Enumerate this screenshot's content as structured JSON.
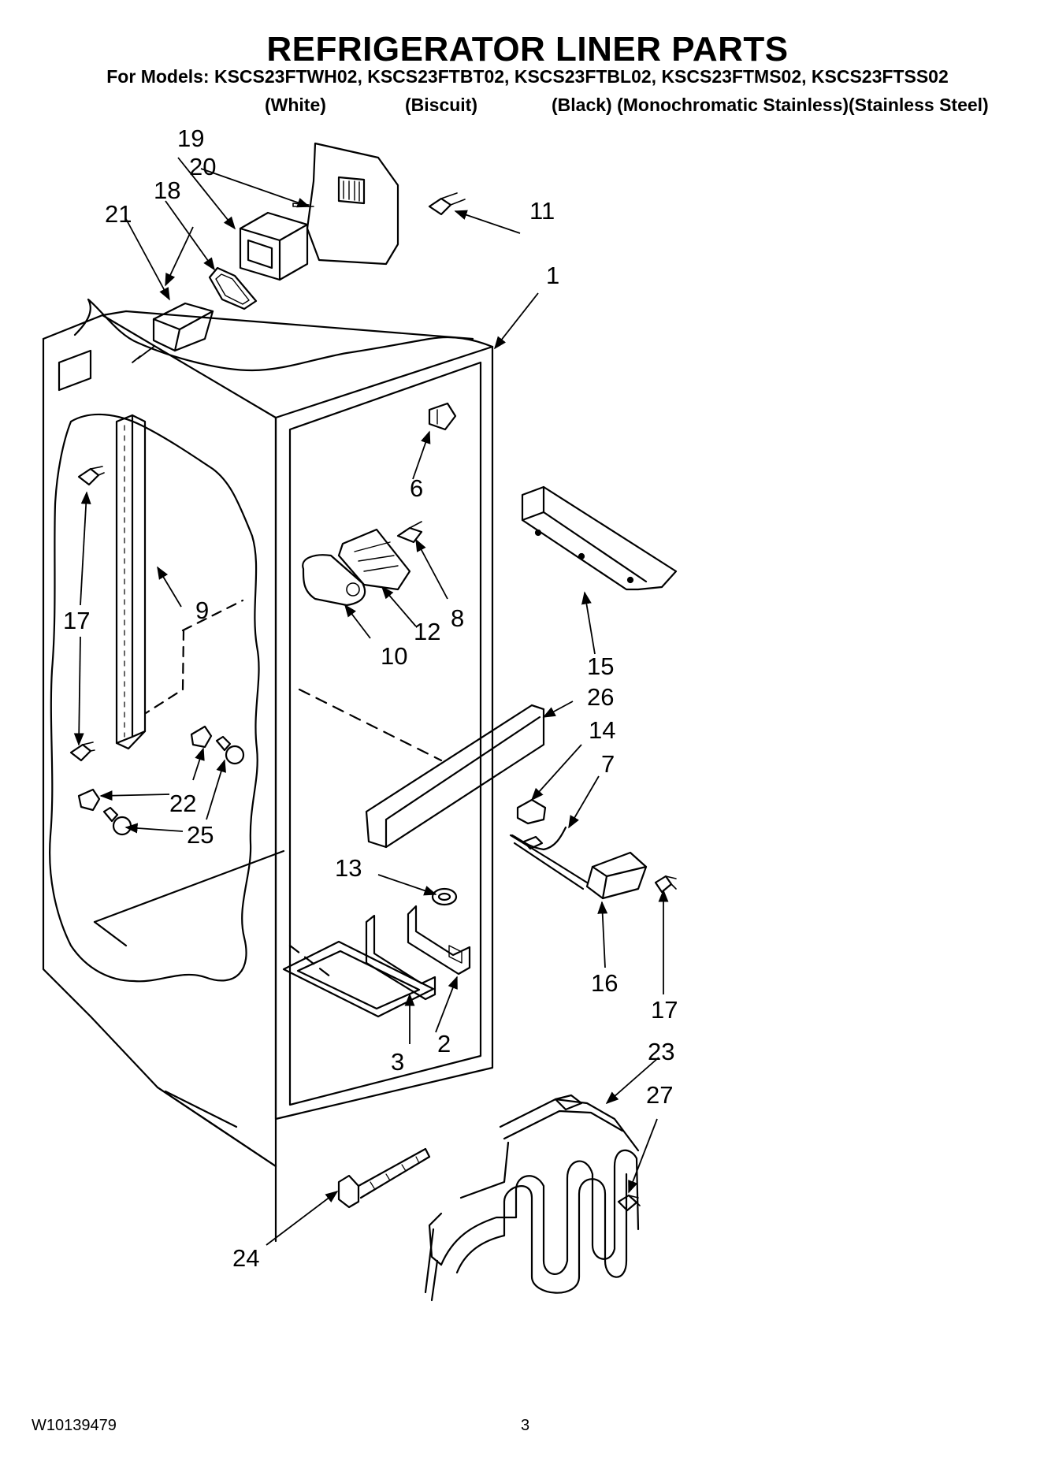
{
  "header": {
    "title": "REFRIGERATOR LINER PARTS",
    "models": "For Models: KSCS23FTWH02, KSCS23FTBT02, KSCS23FTBL02, KSCS23FTMS02, KSCS23FTSS02",
    "color_white": "(White)",
    "color_biscuit": "(Biscuit)",
    "color_rest": "(Black) (Monochromatic Stainless)(Stainless Steel)"
  },
  "callouts": {
    "c1": "1",
    "c2": "2",
    "c3": "3",
    "c6": "6",
    "c7": "7",
    "c8": "8",
    "c9": "9",
    "c10": "10",
    "c11": "11",
    "c12": "12",
    "c13": "13",
    "c14": "14",
    "c15": "15",
    "c16": "16",
    "c17a": "17",
    "c17b": "17",
    "c18": "18",
    "c19": "19",
    "c20": "20",
    "c21": "21",
    "c22": "22",
    "c23": "23",
    "c24": "24",
    "c25": "25",
    "c26": "26",
    "c27": "27"
  },
  "footer": {
    "doc_number": "W10139479",
    "page_number": "3"
  }
}
